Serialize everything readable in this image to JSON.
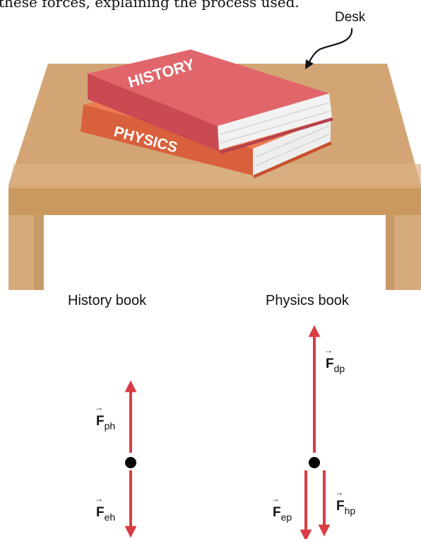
{
  "header": {
    "text": "these forces, explaining the process used."
  },
  "scene": {
    "desk_label": "Desk",
    "book_top_title": "HISTORY",
    "book_bottom_title": "PHYSICS"
  },
  "diagrams": {
    "history": {
      "title": "History book",
      "up": {
        "symbol": "F",
        "sub": "ph"
      },
      "down": {
        "symbol": "F",
        "sub": "eh"
      }
    },
    "physics": {
      "title": "Physics book",
      "up": {
        "symbol": "F",
        "sub": "dp"
      },
      "down_left": {
        "symbol": "F",
        "sub": "ep"
      },
      "down_right": {
        "symbol": "F",
        "sub": "hp"
      }
    }
  },
  "colors": {
    "desk_top": "#d4a574",
    "desk_front": "#c9995f",
    "desk_leg": "#d6ab7c",
    "history_cover": "#e0666c",
    "history_spine": "#c94a52",
    "physics_cover": "#ec7c54",
    "physics_spine": "#d9603c",
    "pages": "#f2f2f2",
    "arrow": "#d93c44",
    "dot": "#000000"
  }
}
